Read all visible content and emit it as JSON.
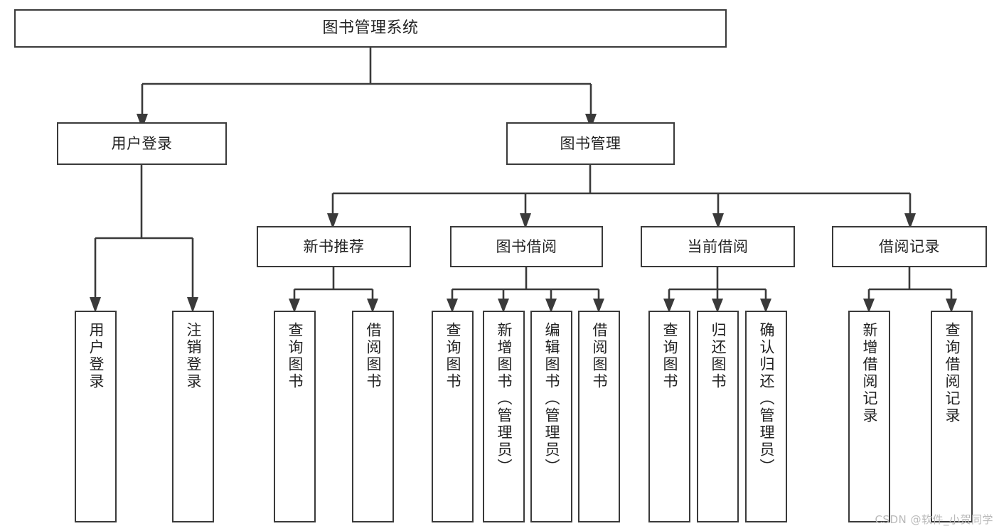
{
  "diagram": {
    "title": "图书管理系统",
    "type": "tree",
    "root": {
      "id": "root",
      "label": "图书管理系统"
    },
    "level2": [
      {
        "id": "user-login",
        "label": "用户登录"
      },
      {
        "id": "book-manage",
        "label": "图书管理"
      }
    ],
    "level3": [
      {
        "id": "new-book-recommend",
        "label": "新书推荐"
      },
      {
        "id": "book-borrow",
        "label": "图书借阅"
      },
      {
        "id": "current-borrow",
        "label": "当前借阅"
      },
      {
        "id": "borrow-record",
        "label": "借阅记录"
      }
    ],
    "leaves": {
      "user_login": [
        {
          "id": "leaf-user-login",
          "label": "用户登录"
        },
        {
          "id": "leaf-logout-login",
          "label": "注销登录"
        }
      ],
      "new_book_recommend": [
        {
          "id": "leaf-query-book-1",
          "label": "查询图书"
        },
        {
          "id": "leaf-borrow-book-1",
          "label": "借阅图书"
        }
      ],
      "book_borrow": [
        {
          "id": "leaf-query-book-2",
          "label": "查询图书"
        },
        {
          "id": "leaf-add-book",
          "label": "新增图书（管理员）"
        },
        {
          "id": "leaf-edit-book",
          "label": "编辑图书（管理员）"
        },
        {
          "id": "leaf-borrow-book-2",
          "label": "借阅图书"
        }
      ],
      "current_borrow": [
        {
          "id": "leaf-query-book-3",
          "label": "查询图书"
        },
        {
          "id": "leaf-return-book",
          "label": "归还图书"
        },
        {
          "id": "leaf-confirm-return",
          "label": "确认归还（管理员）"
        }
      ],
      "borrow_record": [
        {
          "id": "leaf-add-borrow-record",
          "label": "新增借阅记录"
        },
        {
          "id": "leaf-query-borrow-record",
          "label": "查询借阅记录"
        }
      ]
    }
  },
  "watermark": {
    "text": "CSDN @软件_小贺同学"
  },
  "colors": {
    "border": "#3a3a3a",
    "text": "#222222",
    "background": "#ffffff",
    "watermark": "#b9b9b9"
  }
}
